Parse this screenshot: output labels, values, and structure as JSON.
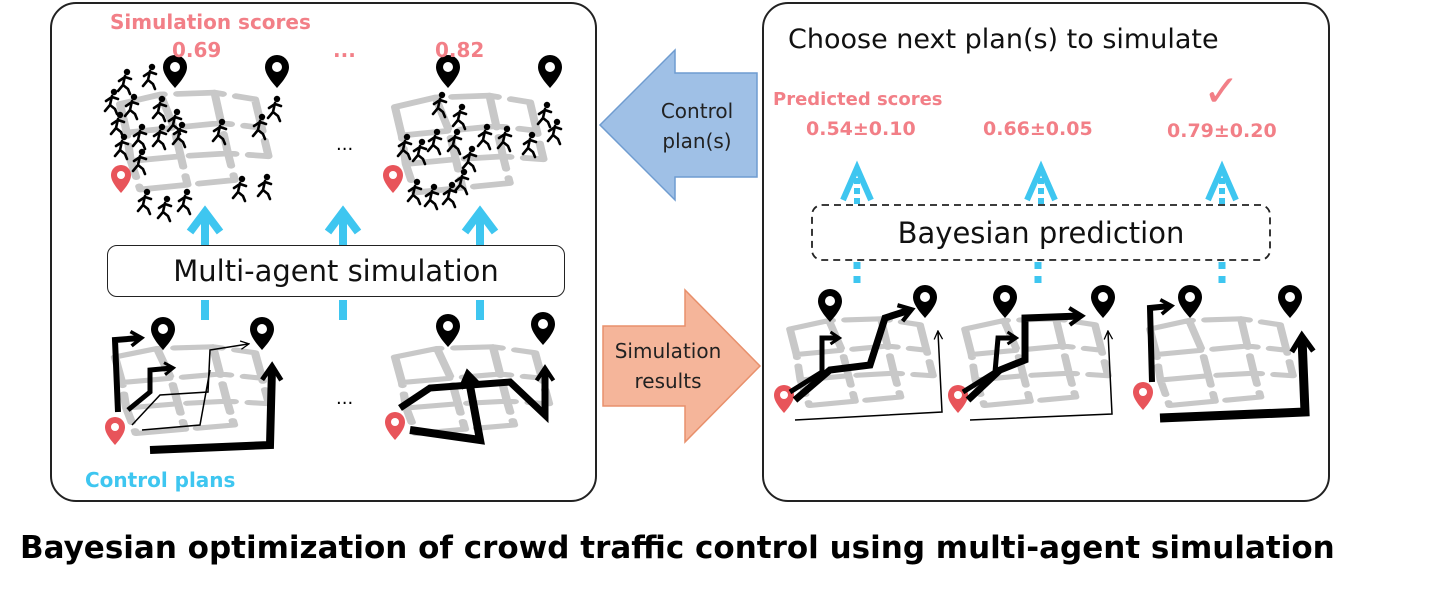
{
  "left": {
    "sim_scores_label": "Simulation scores",
    "scores": [
      "0.69",
      "...",
      "0.82"
    ],
    "sim_box_label": "Multi-agent simulation",
    "control_plans_label": "Control plans",
    "ellipsis": "..."
  },
  "middle": {
    "top_arrow_label": [
      "Control",
      "plan(s)"
    ],
    "bottom_arrow_label": [
      "Simulation",
      "results"
    ]
  },
  "right": {
    "title": "Choose next plan(s) to simulate",
    "predicted_label": "Predicted scores",
    "predictions": [
      "0.54±0.10",
      "0.66±0.05",
      "0.79±0.20"
    ],
    "checkmark": "✓",
    "bayes_box_label": "Bayesian prediction"
  },
  "caption": "Bayesian optimization of crowd traffic control using multi-agent simulation",
  "colors": {
    "pink": "#f27f87",
    "cyan": "#3ec6f0",
    "blue_arrow": "#9fc0e6",
    "orange_arrow": "#f5b59a",
    "pin_red": "#e8545a",
    "road_grey": "#c8c8c8"
  },
  "icons": [
    "location-pin-icon",
    "running-person-icon",
    "checkmark-icon",
    "arrow-up-icon",
    "arrow-left-icon",
    "arrow-right-icon"
  ]
}
